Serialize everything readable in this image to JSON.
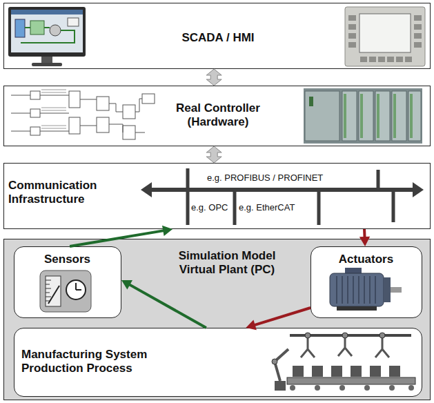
{
  "diagram": {
    "nodes": [
      {
        "text": [
          "SCADA / HMI"
        ]
      },
      {
        "text": [
          "Real Controller (Hardware)"
        ]
      },
      {
        "text": [
          "Communication Infrastructure"
        ]
      },
      {
        "text": [
          "Simulation Model Virtual Plant (PC)"
        ]
      },
      {
        "text": [
          "Sensors"
        ],
        "in": 3
      },
      {
        "text": [
          "Actuators"
        ],
        "in": 3
      },
      {
        "text": [
          "Manufacturing System Production Process"
        ],
        "in": 3
      }
    ],
    "edges": [
      {
        "from": 0,
        "to": 1,
        "arrow": "both"
      },
      {
        "from": 1,
        "to": 2,
        "arrow": "both"
      },
      {
        "from": 2,
        "to": 5,
        "arrow": "to"
      },
      {
        "from": 5,
        "to": 6,
        "arrow": "to"
      },
      {
        "from": 6,
        "to": 4,
        "arrow": "to"
      },
      {
        "from": 4,
        "to": 2,
        "arrow": "to"
      }
    ],
    "labels": [
      "e.g. PROFIBUS / PROFINET",
      "e.g. OPC",
      "e.g. EtherCAT"
    ]
  }
}
